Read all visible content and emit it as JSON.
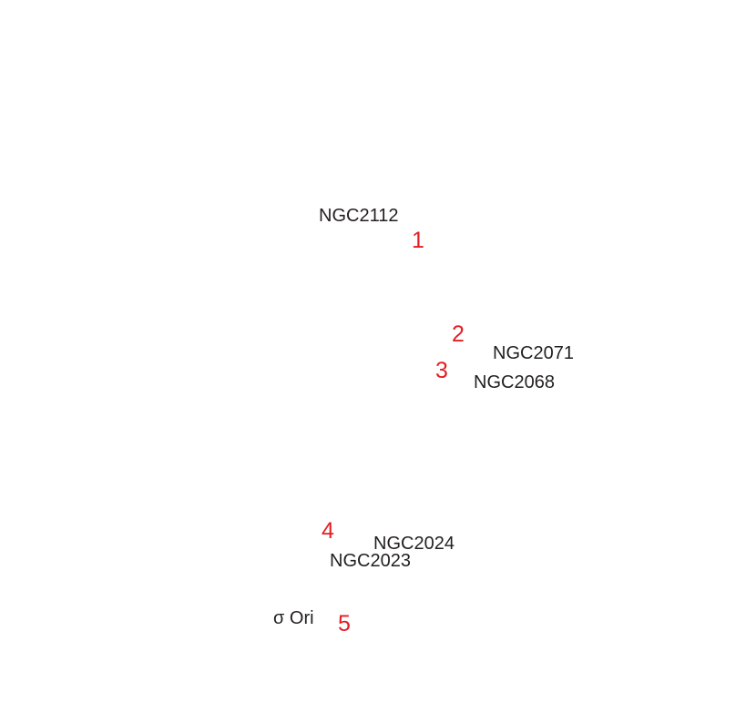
{
  "colors": {
    "object_label": "#231f20",
    "region_number": "#e31e24",
    "background": "#ffffff"
  },
  "object_labels": {
    "ngc2112": "NGC2112",
    "ngc2071": "NGC2071",
    "ngc2068": "NGC2068",
    "ngc2024": "NGC2024",
    "ngc2023": "NGC2023",
    "sigma_ori": "σ Ori"
  },
  "region_numbers": {
    "n1": "1",
    "n2": "2",
    "n3": "3",
    "n4": "4",
    "n5": "5"
  }
}
